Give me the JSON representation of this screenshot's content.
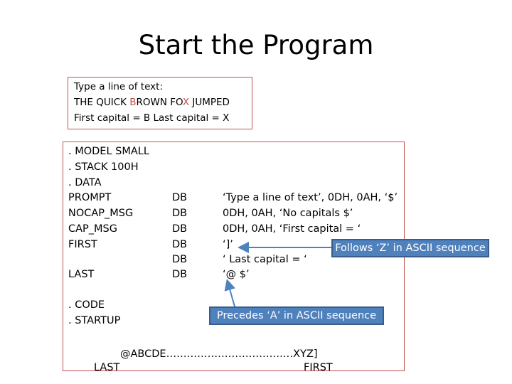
{
  "slide": {
    "title": "Start the Program"
  },
  "output_box": {
    "line1": "Type a line of text:",
    "line2": {
      "part1": "THE QUICK ",
      "b": "B",
      "part2": "ROWN FO",
      "x": "X",
      "part3": " JUMPED"
    },
    "line3": "First capital = B  Last capital = X"
  },
  "program": {
    "model": ". MODEL   SMALL",
    "stack": ". STACK    100H",
    "data": ". DATA",
    "rows": [
      {
        "label": "PROMPT",
        "dir": "DB",
        "value": "‘Type a line of text’, 0DH, 0AH, ‘$’"
      },
      {
        "label": "NOCAP_MSG",
        "dir": "DB",
        "value": "0DH, 0AH, ‘No capitals $’"
      },
      {
        "label": "CAP_MSG",
        "dir": "DB",
        "value": "0DH, 0AH, ‘First capital = ‘"
      },
      {
        "label": "FIRST",
        "dir": "DB",
        "value": "‘]’"
      },
      {
        "label": "",
        "dir": "DB",
        "value": "‘   Last capital = ‘"
      },
      {
        "label": "LAST",
        "dir": "DB",
        "value": "‘@ $’"
      }
    ],
    "code": ". CODE",
    "startup": ". STARTUP"
  },
  "callouts": {
    "follows": "Follows ‘Z’ in ASCII sequence",
    "precedes": "Precedes ‘A’ in ASCII sequence"
  },
  "sequence": {
    "text": "@ABCDE…………………………….…XYZ]",
    "last_label": "LAST",
    "first_label": "FIRST"
  },
  "colors": {
    "box_border": "#c0504d",
    "highlight": "#c0504d",
    "callout_fill": "#4f81bd",
    "arrow": "#4f81bd"
  }
}
